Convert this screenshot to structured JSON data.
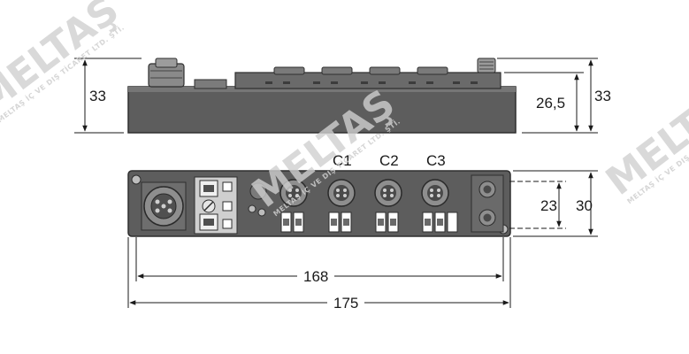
{
  "dimensions": {
    "side_left_height": "33",
    "side_right_inner_height": "26,5",
    "side_right_outer_height": "33",
    "front_inner_height": "23",
    "front_outer_height": "30",
    "front_inner_width": "168",
    "front_outer_width": "175"
  },
  "ports": {
    "c1": "C1",
    "c2": "C2",
    "c3": "C3"
  },
  "watermark": {
    "brand": "MELTAŞ",
    "tagline": "MELTAŞ İÇ VE DIŞ TİCARET LTD. ŞTİ."
  },
  "colors": {
    "housing": "#5d5d5d",
    "housing_dark": "#3a3a3a",
    "watermark": "#cfcfcf"
  }
}
